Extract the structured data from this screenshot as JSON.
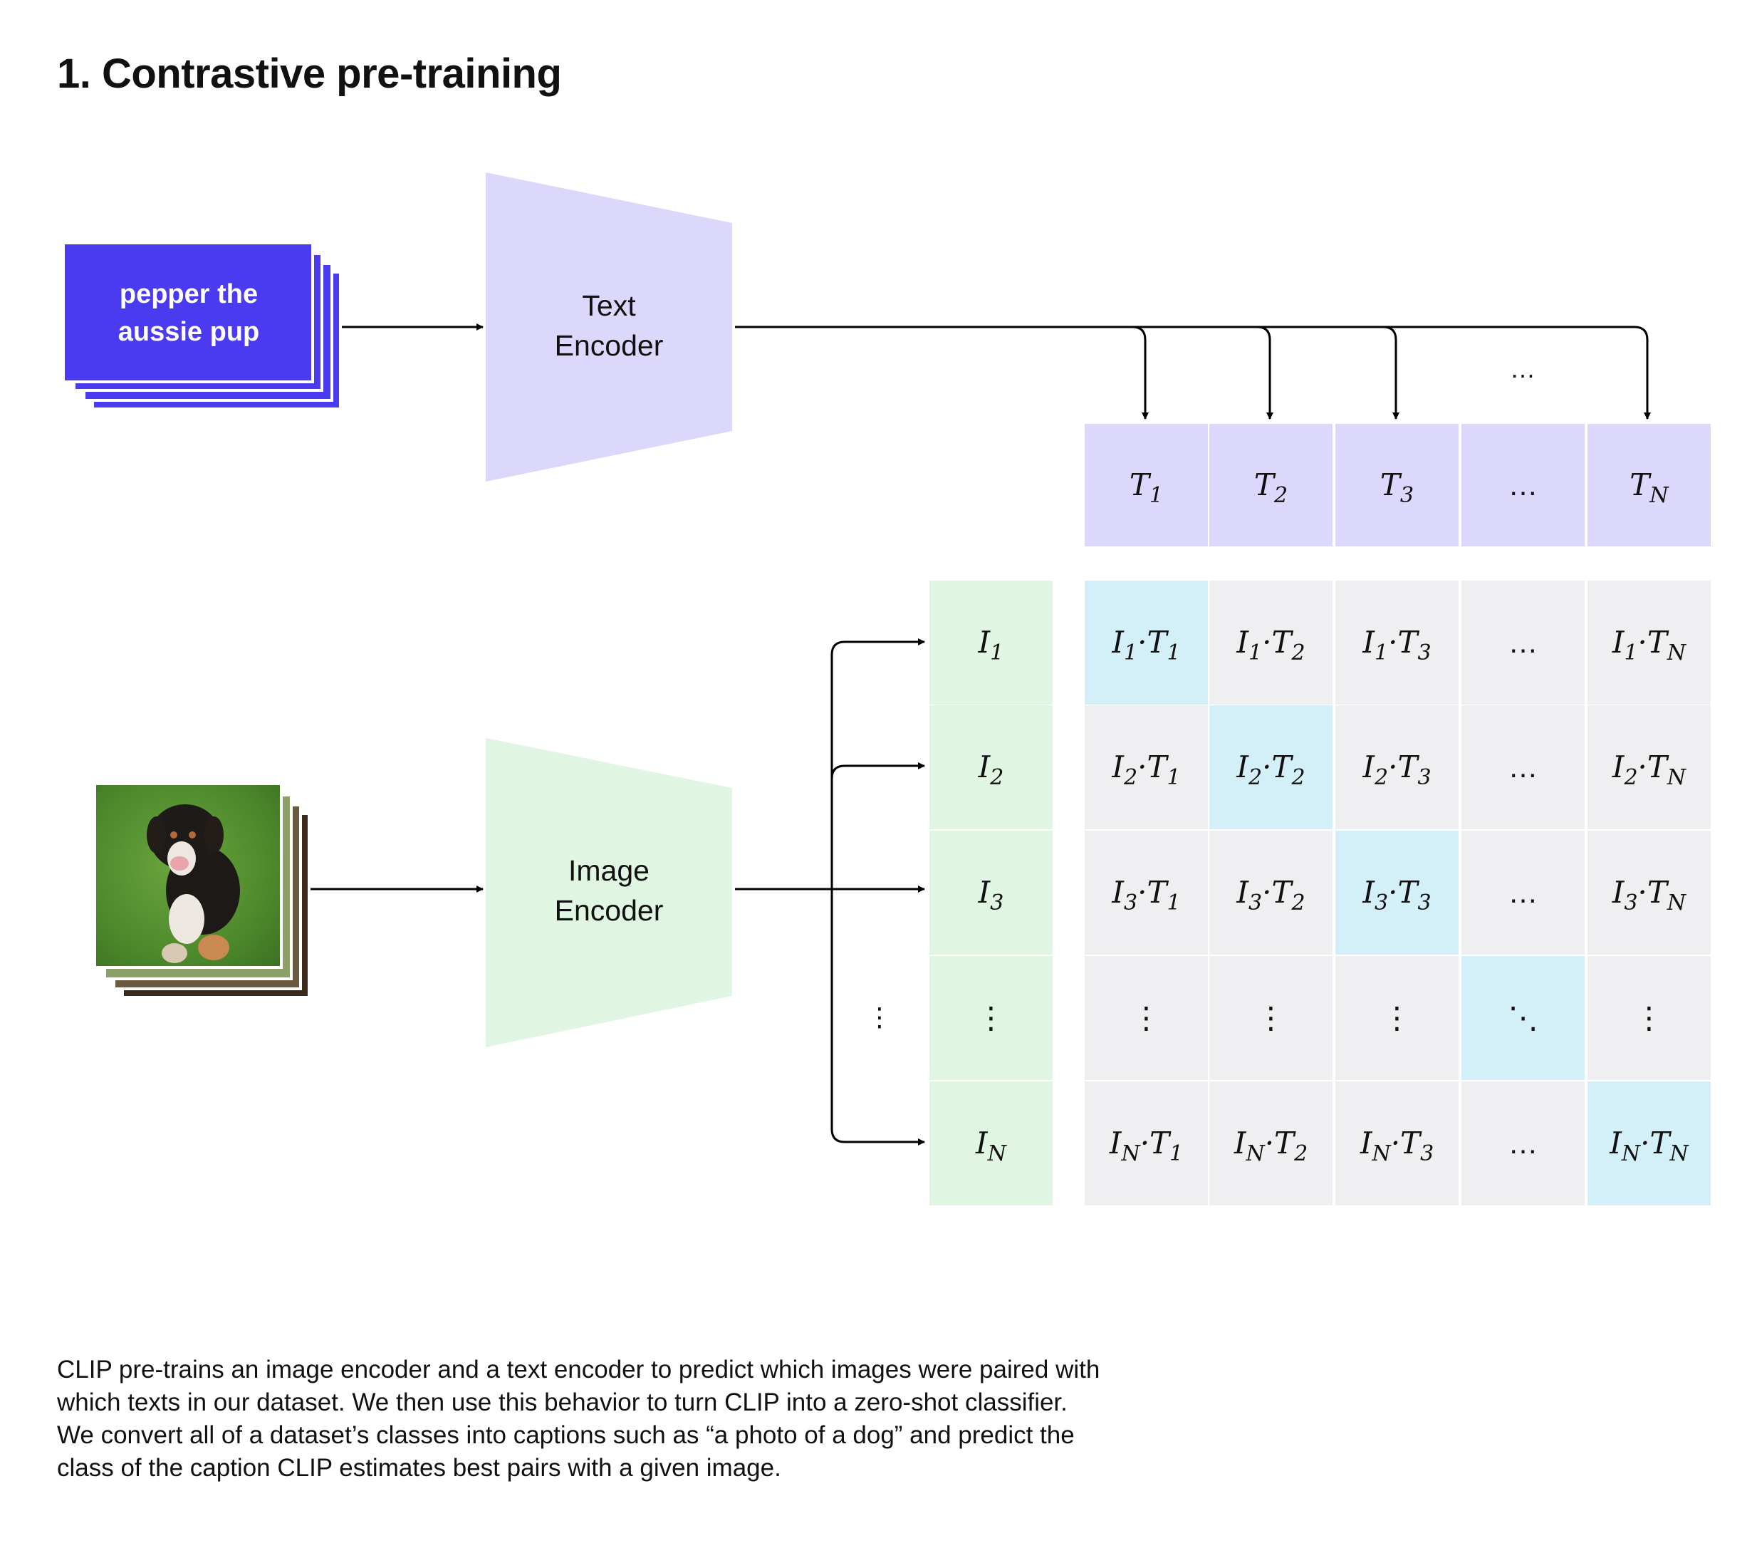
{
  "title": "1. Contrastive pre-training",
  "text_input": {
    "line1": "pepper the",
    "line2": "aussie pup"
  },
  "text_encoder": {
    "line1": "Text",
    "line2": "Encoder"
  },
  "image_encoder": {
    "line1": "Image",
    "line2": "Encoder"
  },
  "text_embeddings": [
    {
      "base": "T",
      "sub": "1"
    },
    {
      "base": "T",
      "sub": "2"
    },
    {
      "base": "T",
      "sub": "3"
    },
    {
      "ellipsis": "…"
    },
    {
      "base": "T",
      "sub": "N"
    }
  ],
  "image_embeddings": [
    {
      "base": "I",
      "sub": "1"
    },
    {
      "base": "I",
      "sub": "2"
    },
    {
      "base": "I",
      "sub": "3"
    },
    {
      "ellipsis": "⋮"
    },
    {
      "base": "I",
      "sub": "N"
    }
  ],
  "row_dots": "⋮",
  "col_dots": "…",
  "diag_dots": "⋱",
  "colors": {
    "text_input": "#4b3bf0",
    "text_encoder": "#dcd8fb",
    "image_encoder": "#e1f5e3",
    "matrix_cell": "#efeff1",
    "matrix_diagonal": "#d3f0f9"
  },
  "caption": "CLIP pre-trains an image encoder and a text encoder to predict which images were paired with which texts in our dataset. We then use this behavior to turn CLIP into a zero-shot classifier. We convert all of a dataset’s classes into captions such as “a photo of a dog” and predict the class of the caption CLIP estimates best pairs with a given image."
}
